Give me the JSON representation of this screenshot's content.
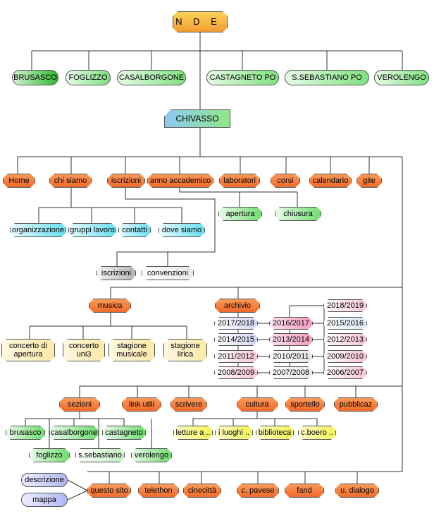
{
  "index": "I N D E X",
  "schools": [
    "BRUSASCO",
    "FOGLIZZO",
    "CASALBORGONE",
    "CASTAGNETO PO",
    "S.SEBASTIANO PO",
    "VEROLENGO"
  ],
  "chivasso": "CHIVASSO",
  "menu": [
    "Home",
    "chi siamo",
    "iscrizioni",
    "anno accademico",
    "laboratori",
    "corsi",
    "calendario",
    "gite"
  ],
  "chi_siamo": [
    "organizzazione",
    "gruppi lavoro",
    "contatti",
    "dove siamo"
  ],
  "anno": [
    "apertura",
    "chiusura"
  ],
  "iscrizioni_sub": [
    "iscrizioni",
    "convenzioni"
  ],
  "musica": {
    "title": "musica",
    "items": [
      "concerto di apertura",
      "concerto uni3",
      "stagione musicale",
      "stagione lirica"
    ]
  },
  "archivio": {
    "title": "archivio",
    "years": [
      "2018/2019",
      "2017/2018",
      "2016/2017",
      "2015/2016",
      "2014/2015",
      "2013/2014",
      "2012/2013",
      "2011/2012",
      "2010/2011",
      "2009/2010",
      "2008/2009",
      "2007/2008",
      "2006/2007"
    ]
  },
  "row3": [
    "sezioni",
    "link utili",
    "scrivere",
    "cultura",
    "sportello",
    "pubblicaz"
  ],
  "sezioni": [
    "brusasco",
    "casalborgone",
    "castagneto",
    "foglizzo",
    "s.sebastiano",
    "verolengo"
  ],
  "cultura": [
    "letture a ..",
    "i luoghi ..",
    "biblioteca",
    "c.boero .."
  ],
  "bottom": [
    "questo sito",
    "telethon",
    "cinecittà",
    "c. pavese",
    "fand",
    "u. dialogo"
  ],
  "questo_sito": [
    "descrizione",
    "mappa"
  ]
}
